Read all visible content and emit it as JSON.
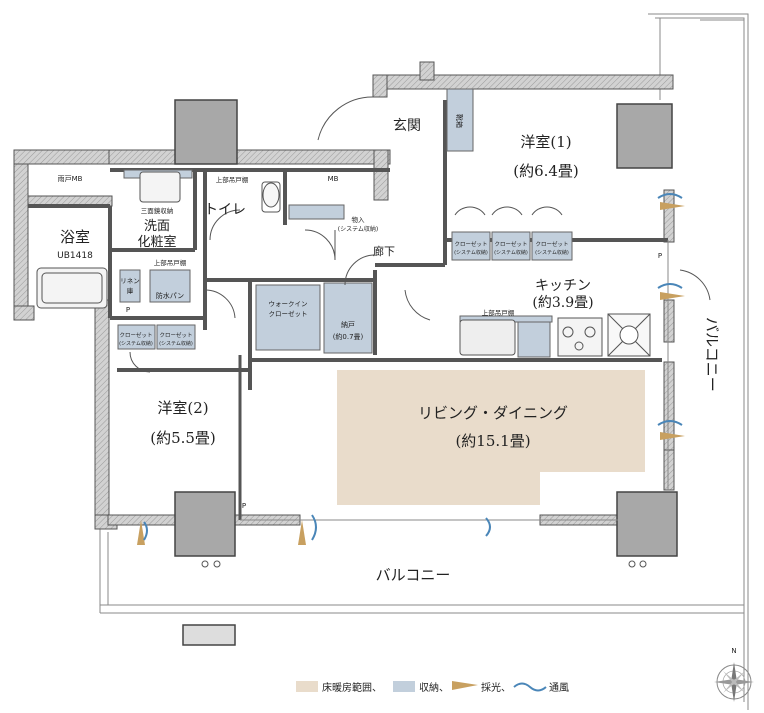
{
  "rooms": {
    "western1": {
      "name": "洋室(1)",
      "size": "(約6.4畳)"
    },
    "western2": {
      "name": "洋室(2)",
      "size": "(約5.5畳)"
    },
    "kitchen": {
      "name": "キッチン",
      "size": "(約3.9畳)"
    },
    "living": {
      "name": "リビング・ダイニング",
      "size": "(約15.1畳)"
    },
    "entrance": {
      "name": "玄関"
    },
    "toilet": {
      "name": "トイレ"
    },
    "bath": {
      "name": "浴室",
      "model": "UB1418"
    },
    "washroom": {
      "name_line1": "洗面",
      "name_line2": "化粧室"
    },
    "corridor": {
      "name": "廊下"
    },
    "balcony_south": {
      "name": "バルコニー"
    },
    "balcony_east": {
      "name": "バルコニー"
    }
  },
  "labels": {
    "mb_left": "雨戸MB",
    "mb_right": "MB",
    "shoe": "靴箱",
    "upper_cab_toilet": "上部吊戸棚",
    "upper_cab_wash": "上部吊戸棚",
    "upper_cab_kitchen": "上部吊戸棚",
    "three_mirror": "三面鏡収納",
    "storage_line1": "物入",
    "storage_line2": "(システム収納)",
    "linen_line1": "リネン",
    "linen_line2": "庫",
    "waterproof_pan": "防水パン",
    "walkin_line1": "ウォークイン",
    "walkin_line2": "クローゼット",
    "nando_line1": "納戸",
    "nando_line2": "(約0.7畳)",
    "closet_top": "クローゼット",
    "closet_bottom": "(システム収納)",
    "p": "P"
  },
  "legend": {
    "floor_heating": "床暖房範囲、",
    "storage": "収納、",
    "light": "採光、",
    "ventilation": "通風"
  },
  "compass": "N",
  "colors": {
    "wall_fill": "#c8c8c8",
    "wall_stroke": "#555555",
    "storage": "#c2cfdc",
    "floor_heating": "#e9dccb",
    "light": "#c8a060",
    "wind": "#4a86b8",
    "column": "#aaaaaa"
  }
}
